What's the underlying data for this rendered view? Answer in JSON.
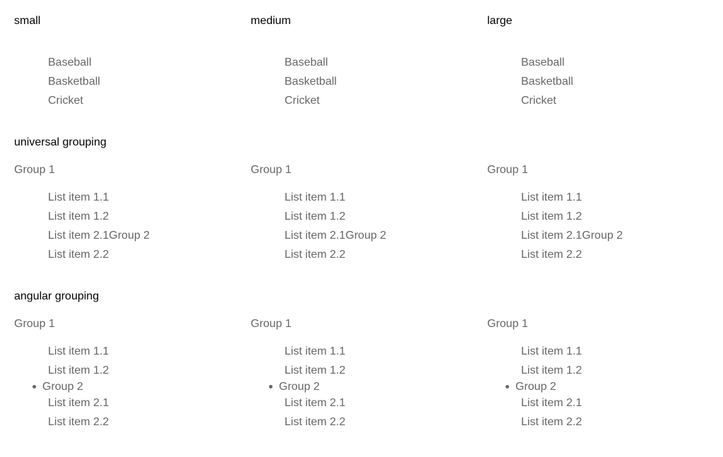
{
  "columns": [
    {
      "label": "small"
    },
    {
      "label": "medium"
    },
    {
      "label": "large"
    }
  ],
  "sports": [
    "Baseball",
    "Basketball",
    "Cricket"
  ],
  "universal": {
    "title": "universal grouping",
    "group1": "Group 1",
    "items": [
      "List item 1.1",
      "List item 1.2",
      "List item 2.1",
      "List item 2.2"
    ],
    "group2": "Group 2"
  },
  "angular": {
    "title": "angular grouping",
    "group1": "Group 1",
    "items": [
      "List item 1.1",
      "List item 1.2",
      "List item 2.1",
      "List item 2.2"
    ],
    "group2": "Group 2"
  },
  "colors": {
    "heading": "#000000",
    "item": "#666666",
    "background": "#ffffff"
  }
}
